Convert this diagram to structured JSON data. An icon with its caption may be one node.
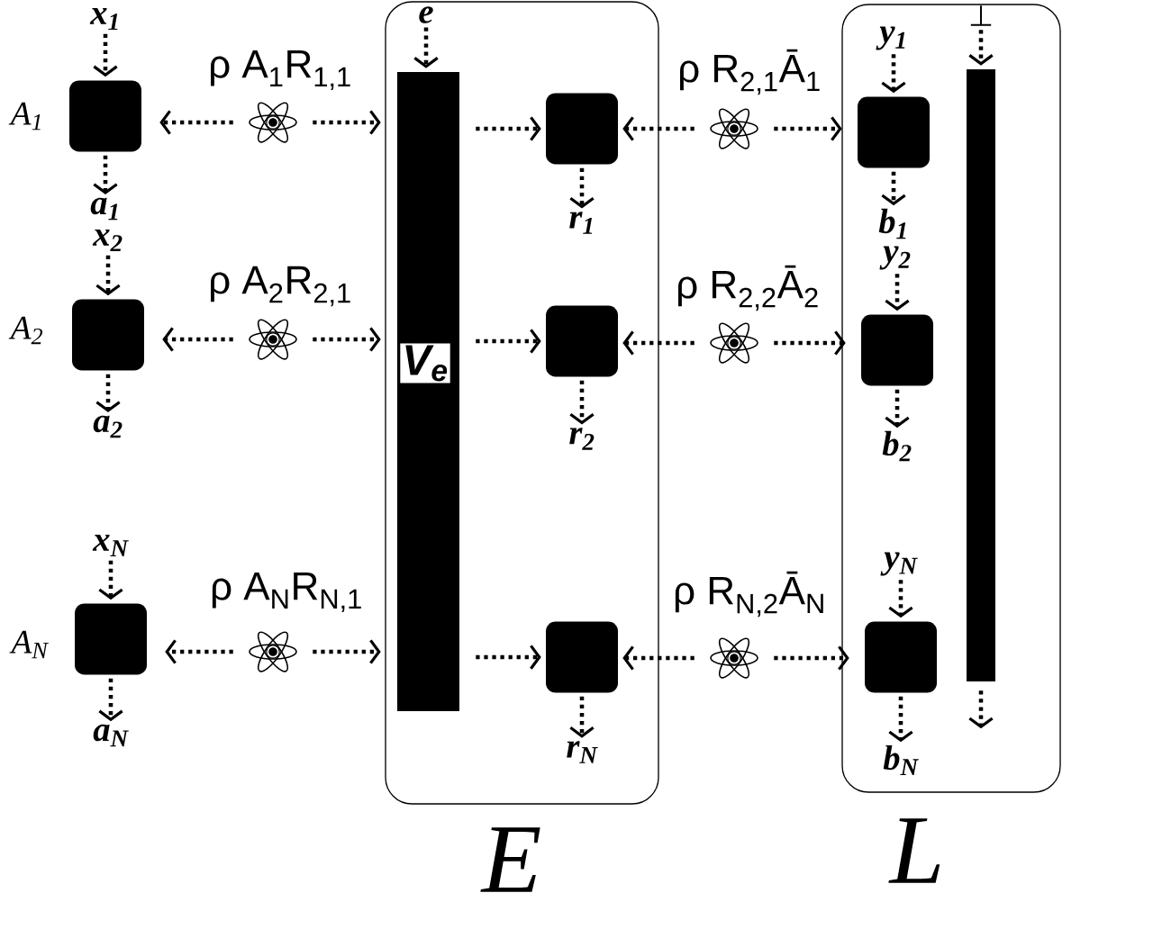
{
  "diagram": {
    "nodes": [
      {
        "text": [],
        "shape": "box",
        "beside": [
          "A$_{1}$"
        ]
      },
      {
        "text": [
          "x$_{1}$"
        ]
      },
      {
        "text": [
          "a$_{1}$"
        ]
      },
      {
        "text": [],
        "shape": "picture",
        "beside": [
          "ρ A$_{1}$R$_{1,1}$"
        ]
      },
      {
        "text": [],
        "shape": "box",
        "beside": [
          "A$_{2}$"
        ]
      },
      {
        "text": [
          "x$_{2}$"
        ]
      },
      {
        "text": [
          "a$_{2}$"
        ]
      },
      {
        "text": [],
        "shape": "picture",
        "beside": [
          "ρ A$_{2}$R$_{2,1}$"
        ]
      },
      {
        "text": [],
        "shape": "box",
        "beside": [
          "A$_{N}$"
        ]
      },
      {
        "text": [
          "x$_{N}$"
        ]
      },
      {
        "text": [
          "a$_{N}$"
        ]
      },
      {
        "text": [],
        "shape": "picture",
        "beside": [
          "ρ A$_{N}$R$_{N,1}$"
        ]
      },
      {
        "text": [
          "E"
        ]
      },
      {
        "text": [
          "e"
        ],
        "in": 12
      },
      {
        "text": [
          "V$_{e}$"
        ],
        "in": 12
      },
      {
        "text": [],
        "shape": "box",
        "in": 12
      },
      {
        "text": [
          "r$_{1}$"
        ],
        "in": 12
      },
      {
        "text": [],
        "shape": "box",
        "in": 12
      },
      {
        "text": [
          "r$_{2}$"
        ],
        "in": 12
      },
      {
        "text": [],
        "shape": "box",
        "in": 12
      },
      {
        "text": [
          "r$_{N}$"
        ],
        "in": 12
      },
      {
        "text": [],
        "shape": "picture",
        "beside": [
          "ρ R$_{2,1}$Ā$_{1}$"
        ]
      },
      {
        "text": [],
        "shape": "picture",
        "beside": [
          "ρ R$_{2,2}$Ā$_{2}$"
        ]
      },
      {
        "text": [],
        "shape": "picture",
        "beside": [
          "ρ R$_{N,2}$Ā$_{N}$"
        ]
      },
      {
        "text": [
          "L"
        ]
      },
      {
        "text": [
          "⊥"
        ],
        "in": 24
      },
      {
        "text": [],
        "shape": "bar",
        "in": 24
      },
      {
        "text": [
          "y$_{1}$"
        ],
        "in": 24
      },
      {
        "text": [],
        "shape": "box",
        "in": 24
      },
      {
        "text": [
          "b$_{1}$"
        ],
        "in": 24
      },
      {
        "text": [
          "y$_{2}$"
        ],
        "in": 24
      },
      {
        "text": [],
        "shape": "box",
        "in": 24
      },
      {
        "text": [
          "b$_{2}$"
        ],
        "in": 24
      },
      {
        "text": [
          "y$_{N}$"
        ],
        "in": 24
      },
      {
        "text": [],
        "shape": "box",
        "in": 24
      },
      {
        "text": [
          "b$_{N}$"
        ],
        "in": 24
      }
    ],
    "edges": [
      {
        "from": 1,
        "to": 0,
        "arrow": "to",
        "style": "dashed"
      },
      {
        "from": 0,
        "to": 2,
        "arrow": "to",
        "style": "dashed"
      },
      {
        "from": 3,
        "to": 0,
        "arrow": "to",
        "style": "dashed"
      },
      {
        "from": 3,
        "to": 14,
        "arrow": "to",
        "style": "dashed"
      },
      {
        "from": 5,
        "to": 4,
        "arrow": "to",
        "style": "dashed"
      },
      {
        "from": 4,
        "to": 6,
        "arrow": "to",
        "style": "dashed"
      },
      {
        "from": 7,
        "to": 4,
        "arrow": "to",
        "style": "dashed"
      },
      {
        "from": 7,
        "to": 14,
        "arrow": "to",
        "style": "dashed"
      },
      {
        "from": 9,
        "to": 8,
        "arrow": "to",
        "style": "dashed"
      },
      {
        "from": 8,
        "to": 10,
        "arrow": "to",
        "style": "dashed"
      },
      {
        "from": 11,
        "to": 8,
        "arrow": "to",
        "style": "dashed"
      },
      {
        "from": 11,
        "to": 14,
        "arrow": "to",
        "style": "dashed"
      },
      {
        "from": 13,
        "to": 14,
        "arrow": "to",
        "style": "dashed"
      },
      {
        "from": 14,
        "to": 15,
        "arrow": "to",
        "style": "dashed"
      },
      {
        "from": 15,
        "to": 16,
        "arrow": "to",
        "style": "dashed"
      },
      {
        "from": 14,
        "to": 17,
        "arrow": "to",
        "style": "dashed"
      },
      {
        "from": 17,
        "to": 18,
        "arrow": "to",
        "style": "dashed"
      },
      {
        "from": 14,
        "to": 19,
        "arrow": "to",
        "style": "dashed"
      },
      {
        "from": 19,
        "to": 20,
        "arrow": "to",
        "style": "dashed"
      },
      {
        "from": 21,
        "to": 15,
        "arrow": "to",
        "style": "dashed"
      },
      {
        "from": 21,
        "to": 28,
        "arrow": "to",
        "style": "dashed"
      },
      {
        "from": 22,
        "to": 17,
        "arrow": "to",
        "style": "dashed"
      },
      {
        "from": 22,
        "to": 31,
        "arrow": "to",
        "style": "dashed"
      },
      {
        "from": 23,
        "to": 19,
        "arrow": "to",
        "style": "dashed"
      },
      {
        "from": 23,
        "to": 34,
        "arrow": "to",
        "style": "dashed"
      },
      {
        "from": 25,
        "to": 26,
        "arrow": "to",
        "style": "dashed"
      },
      {
        "from": 26,
        "to": null,
        "arrow": "to",
        "style": "dashed"
      },
      {
        "from": 27,
        "to": 28,
        "arrow": "to",
        "style": "dashed"
      },
      {
        "from": 28,
        "to": 29,
        "arrow": "to",
        "style": "dashed"
      },
      {
        "from": 30,
        "to": 31,
        "arrow": "to",
        "style": "dashed"
      },
      {
        "from": 31,
        "to": 32,
        "arrow": "to",
        "style": "dashed"
      },
      {
        "from": 33,
        "to": 34,
        "arrow": "to",
        "style": "dashed"
      },
      {
        "from": 34,
        "to": 35,
        "arrow": "to",
        "style": "dashed"
      }
    ]
  }
}
